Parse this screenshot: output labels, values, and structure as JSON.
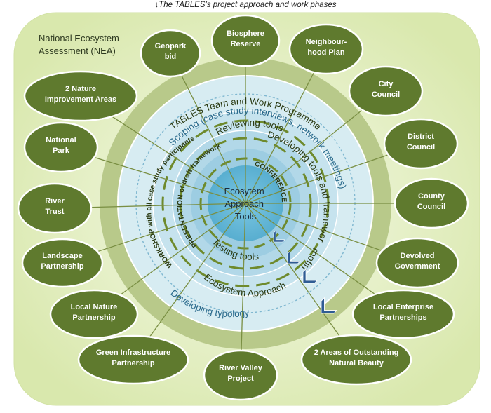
{
  "caption": "↓The TABLES’s project approach and work phases",
  "nea_label": [
    "National Ecosystem",
    "Assessment (NEA)"
  ],
  "rings": {
    "team": "TABLES Team and Work Programme",
    "scoping": "Scoping (case study interviews, network meetings)",
    "reviewing": "Reviewing tools",
    "developing_tools": "Developing tools and framework",
    "proofing": "proofing",
    "testing": "Testing tools",
    "ecosystem_approach": "Ecosystem Approach",
    "typology": "Developing typology",
    "workshop": "WORKSHOP with all case study participants",
    "presentation": "PRESENTATION of draft framework",
    "conference": "CONFERENCE"
  },
  "center": [
    "Ecosytem",
    "Approach",
    "Tools"
  ],
  "stakeholders": [
    [
      "Geopark",
      "bid"
    ],
    [
      "Biosphere",
      "Reserve"
    ],
    [
      "Neighbour-",
      "hood Plan"
    ],
    [
      "City",
      "Council"
    ],
    [
      "District",
      "Council"
    ],
    [
      "County",
      "Council"
    ],
    [
      "Devolved",
      "Government"
    ],
    [
      "Local Enterprise",
      "Partnerships"
    ],
    [
      "2 Areas of Outstanding",
      "Natural Beauty"
    ],
    [
      "River Valley",
      "Project"
    ],
    [
      "Green Infrastructure",
      "Partnership"
    ],
    [
      "Local Nature",
      "Partnership"
    ],
    [
      "Landscape",
      "Partnership"
    ],
    [
      "River",
      "Trust"
    ],
    [
      "National",
      "Park"
    ],
    [
      "2 Nature",
      "Improvement Areas"
    ]
  ],
  "colors": {
    "ellipse_fill": "#5f7a2e",
    "ellipse_stroke": "#ffffff",
    "background": "#e8f1c8",
    "outer_ring": "#b7c78a",
    "inner_rings": "#cfe6ee",
    "center": "#5bb3d4",
    "arrows": "#2f5c94"
  }
}
